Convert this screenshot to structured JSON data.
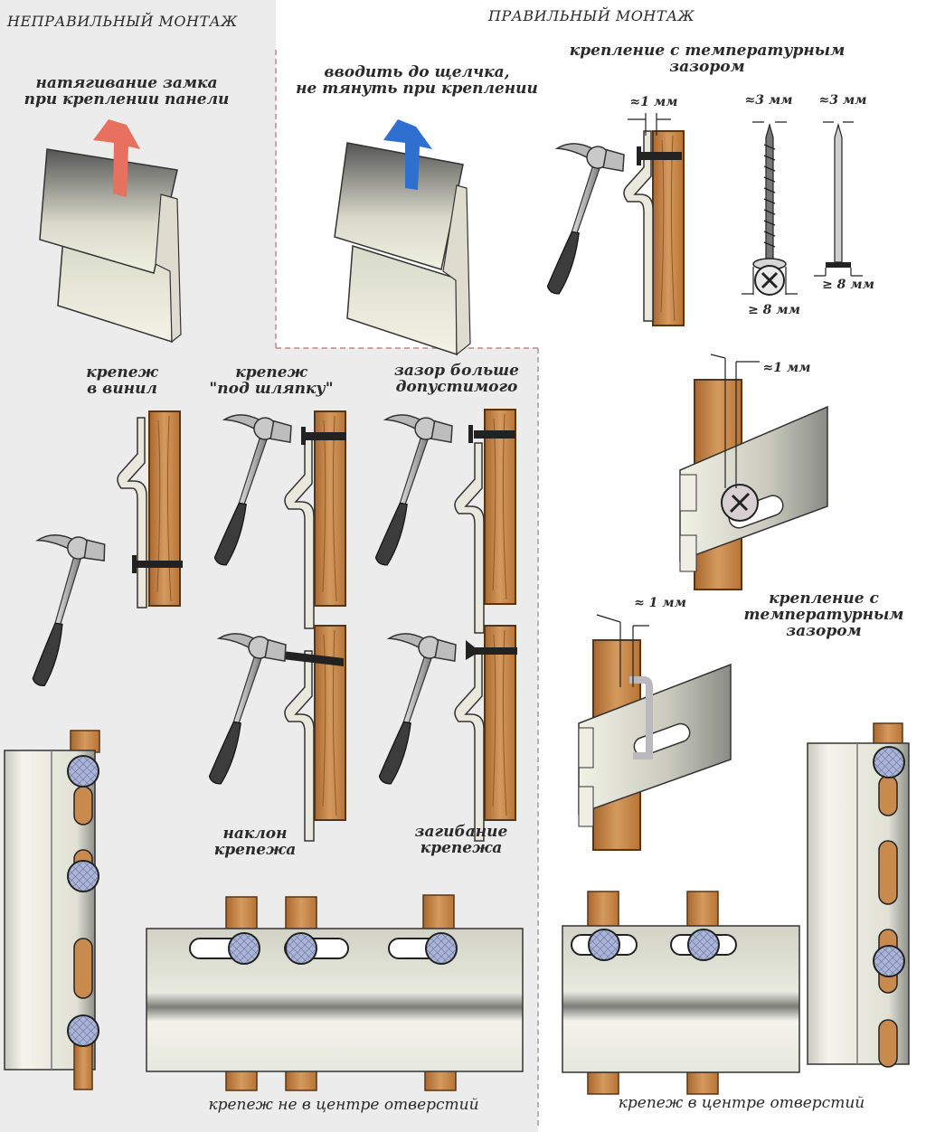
{
  "headings": {
    "wrong": "НЕПРАВИЛЬНЫЙ МОНТАЖ",
    "right": "ПРАВИЛЬНЫЙ МОНТАЖ"
  },
  "wrong": {
    "lock_pull": "натягивание замка\nпри креплении панели",
    "into_vinyl": "крепеж\nв винил",
    "under_head": "крепеж\n\"под шляпку\"",
    "gap_too_big": "зазор больше\nдопустимого",
    "tilt": "наклон\nкрепежа",
    "bend": "загибание\nкрепежа",
    "off_center": "крепеж не в центре отверстий"
  },
  "right": {
    "snap": "вводить до щелчка,\nне тянуть при креплении",
    "thermal_gap_top": "крепление с температурным\nзазором",
    "thermal_gap_side": "крепление с\nтемпературным\nзазором",
    "centered": "крепеж в центре отверстий",
    "dims": {
      "gap_hammer": "≈1 мм",
      "screw_shank": "≈3 мм",
      "nail_shank": "≈3 мм",
      "screw_head": "≥ 8 мм",
      "nail_head": "≥ 8 мм",
      "gap_screw": "≈1 мм",
      "gap_nail": "≈ 1 мм"
    }
  },
  "colors": {
    "arrow_wrong": "#e8705e",
    "arrow_right": "#2f6fd0",
    "wood": "#c98a4e",
    "wood_dark": "#8e5a2c",
    "vinyl": "#e9ebdc",
    "fastener_head": "#a9b4d6"
  }
}
